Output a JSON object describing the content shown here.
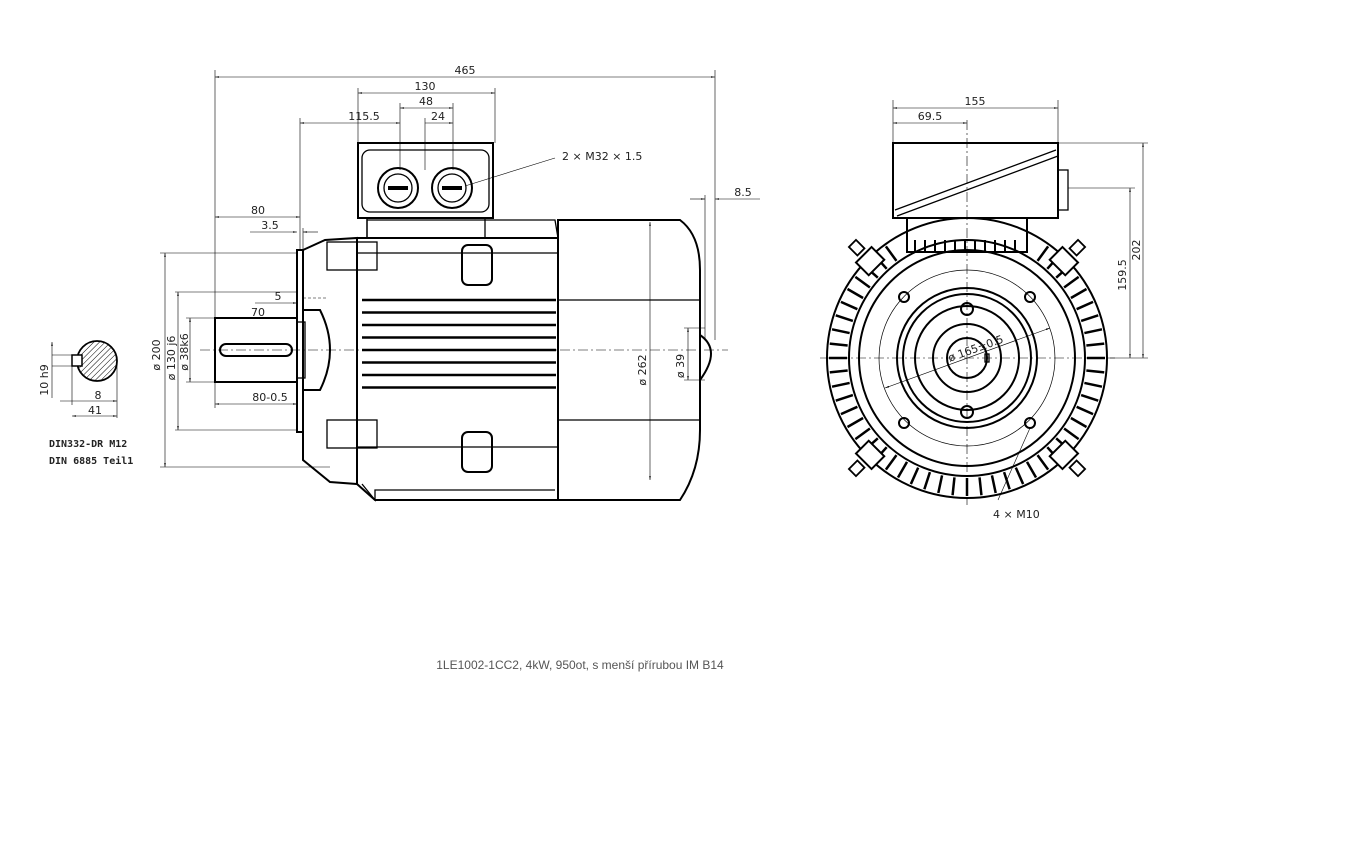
{
  "side_view": {
    "dims": {
      "overall_length": "465",
      "terminal_box_length": "130",
      "gland_spacing": "48",
      "box_offset": "115.5",
      "gland_offset": "24",
      "cable_glands": "2 × M32 × 1.5",
      "fan_cap": "8.5",
      "shaft_extension": "80",
      "spigot": "3.5",
      "flange_thickness": "5",
      "key_length": "70",
      "shaft_length": "80-0.5",
      "flange_diameter": "ø 200",
      "spigot_diameter": "ø 130 j6",
      "shaft_diameter": "ø 38k6",
      "frame_diameter": "ø 262",
      "cap_diameter": "ø 39"
    }
  },
  "shaft_section": {
    "key_width": "10 h9",
    "key_depth": "8",
    "shaft_height": "41",
    "note_line1": "DIN332-DR M12",
    "note_line2": "DIN 6885 Teil1"
  },
  "front_view": {
    "dims": {
      "box_width": "155",
      "box_offset": "69.5",
      "box_height": "202",
      "gland_height": "159.5",
      "pitch_circle": "ø 165±0.5",
      "holes": "4 × M10"
    }
  },
  "caption": "1LE1002-1CC2, 4kW, 950ot, s menší přírubou IM B14"
}
